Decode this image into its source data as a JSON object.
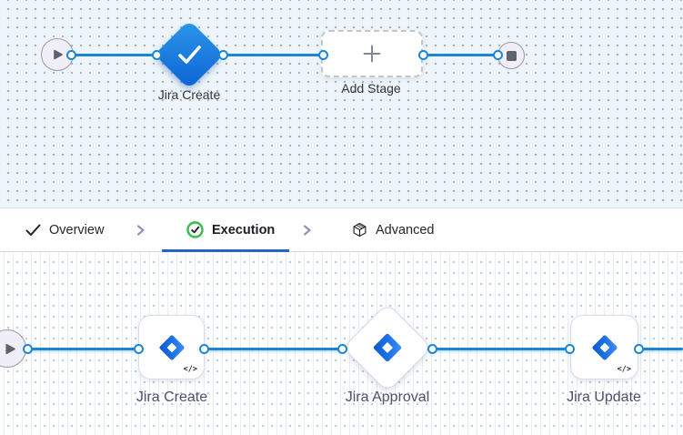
{
  "pipeline_canvas": {
    "stage_label": "Jira Create",
    "add_stage_label": "Add Stage"
  },
  "tabs": {
    "items": [
      {
        "id": "overview",
        "label": "Overview",
        "state": "completed"
      },
      {
        "id": "execution",
        "label": "Execution",
        "state": "active"
      },
      {
        "id": "advanced",
        "label": "Advanced",
        "state": "default"
      }
    ]
  },
  "execution_canvas": {
    "steps": [
      {
        "label": "Jira Create",
        "shape": "card",
        "badge": "</>"
      },
      {
        "label": "Jira Approval",
        "shape": "diamond",
        "badge": ""
      },
      {
        "label": "Jira Update",
        "shape": "card",
        "badge": "</>"
      }
    ]
  },
  "icons": {
    "start": "play-icon",
    "end": "stop-icon",
    "stage": "check-icon",
    "add_stage": "plus-icon",
    "step_logo": "jira-logo-icon",
    "step_badge": "code-icon"
  },
  "colors": {
    "edge_blue": "#1b85d8",
    "tab_underline_blue": "#2565c7",
    "execution_status_green": "#3dbc4a",
    "stage_gradient_start": "#2e96ea",
    "stage_gradient_end": "#0b64d4",
    "canvas_top_bg": "#edf5fa",
    "canvas_bottom_bg": "#ffffff"
  }
}
